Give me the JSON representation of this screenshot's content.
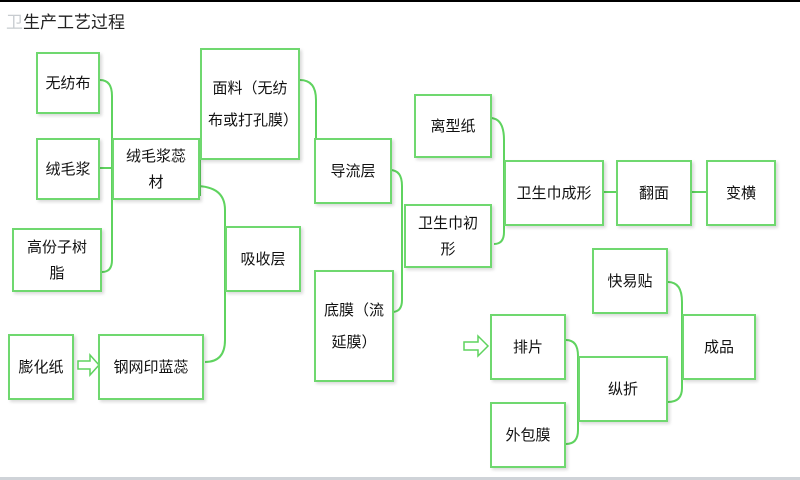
{
  "title": {
    "prefix": "卫",
    "main": "生产工艺过程"
  },
  "nodes": {
    "wufangbu": "无纺布",
    "rongmaojiang": "绒毛浆",
    "gaofenzishuzhi": "高份子树脂",
    "penghuazhi": "膨化纸",
    "gangwangyinlanxin": "钢网印蓝蕊",
    "rongmaojiangxincai": "绒毛浆蕊材",
    "mianliao": "面料（无纺布或打孔膜）",
    "xishouceng": "吸收层",
    "daoliuceng": "导流层",
    "dimo": "底膜（流延膜）",
    "lixingzhi": "离型纸",
    "weishengjinchuxing": "卫生巾初形",
    "weishengjinchengxing": "卫生巾成形",
    "fanmian": "翻面",
    "bianheng": "变横",
    "kuaiyitie": "快易贴",
    "paipian": "排片",
    "waibaomo": "外包膜",
    "zongzhe": "纵折",
    "chengpin": "成品"
  },
  "colors": {
    "box_border": "#6fd86f",
    "line": "#5fd35f"
  }
}
